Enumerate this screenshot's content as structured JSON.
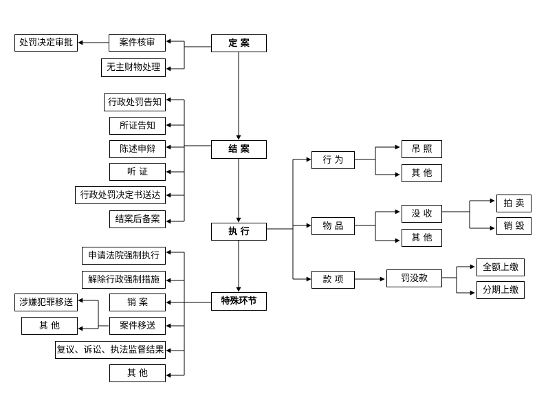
{
  "main": {
    "dingan": "定    案",
    "jiean": "结    案",
    "zhixing": "执    行",
    "teshu": "特殊环节"
  },
  "dingan_branch": {
    "anjian_heshen": "案件核审",
    "chufa_shenpi": "处罚决定审批",
    "wuzhu_caiwu": "无主财物处理"
  },
  "jiean_branch": {
    "gaozhi": "行政处罚告知",
    "suozheng": "所证告知",
    "chenshu": "陈述申辩",
    "tingzheng": "听    证",
    "songda": "行政处罚决定书送达",
    "beian": "结案后备案"
  },
  "zhixing_branch": {
    "xingwei": "行 为",
    "diaozhao": "吊 照",
    "qita1": "其 他",
    "wupin": "物 品",
    "moshou": "没 收",
    "paimai": "拍 卖",
    "xiaohui": "销 毁",
    "qita2": "其 他",
    "kuanxiang": "款 项",
    "famokuan": "罚没款",
    "quane": "全额上缴",
    "fenqi": "分期上缴"
  },
  "teshu_branch": {
    "shenqing": "申请法院强制执行",
    "jiechu": "解除行政强制措施",
    "xiaoan": "销    案",
    "yisong": "案件移送",
    "fanzui": "涉嫌犯罪移送",
    "qita_left": "其    他",
    "fuyi": "复议、诉讼、执法监督结果",
    "qita_bottom": "其    他"
  }
}
